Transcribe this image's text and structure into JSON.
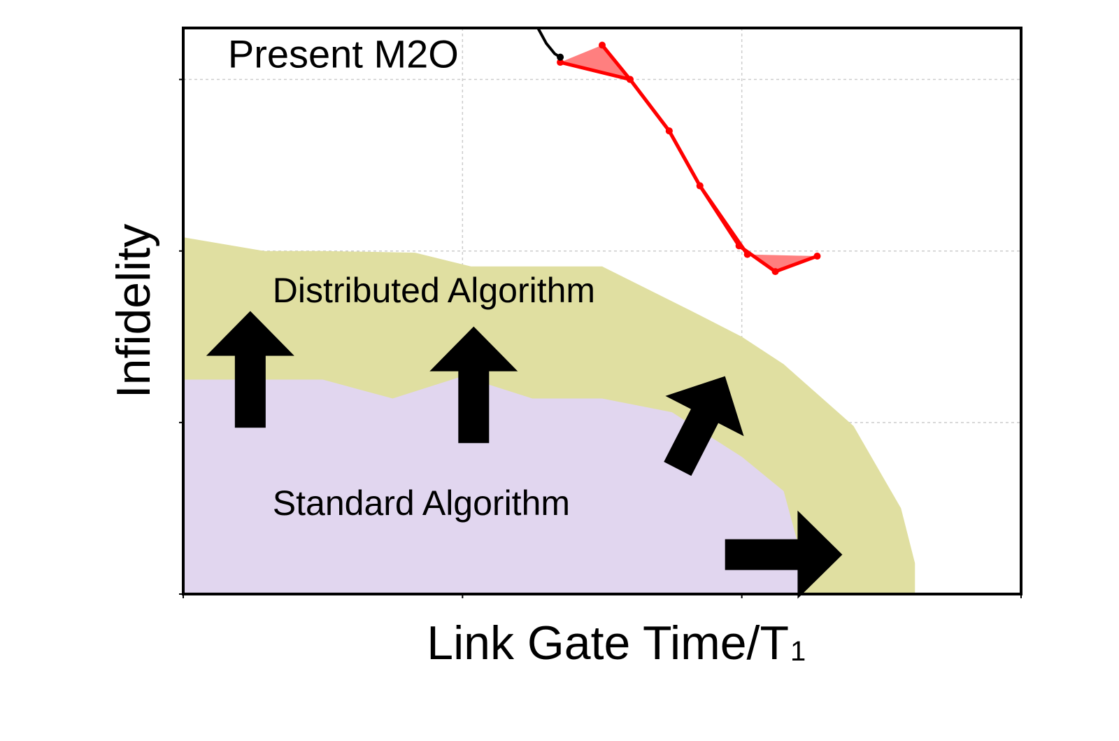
{
  "chart_data": {
    "type": "area",
    "title": "",
    "xlabel": "Link Gate Time/T",
    "xlabel_subscript": "1",
    "ylabel": "Infidelity",
    "xlim": [
      0,
      3
    ],
    "ylim": [
      0,
      3.3
    ],
    "grid": true,
    "xticks": [
      0,
      1,
      2,
      3
    ],
    "yticks": [
      0,
      1,
      2,
      3
    ],
    "colors": {
      "distributed_fill": "#e0dfa1",
      "standard_fill": "#e1d6ef",
      "m2o_line": "#ff0000",
      "m2o_fill": "#ff7f7f",
      "black_curve": "#000000",
      "grid": "#cccccc",
      "arrow": "#000000"
    },
    "regions": [
      {
        "name": "Distributed Algorithm",
        "label_at": [
          0.32,
          1.7
        ],
        "boundary": [
          [
            0,
            2.08
          ],
          [
            0.29,
            2.0
          ],
          [
            0.5,
            2.0
          ],
          [
            0.83,
            1.99
          ],
          [
            1.03,
            1.91
          ],
          [
            1.5,
            1.91
          ],
          [
            1.82,
            1.65
          ],
          [
            2.0,
            1.5
          ],
          [
            2.15,
            1.34
          ],
          [
            2.4,
            0.98
          ],
          [
            2.57,
            0.5
          ],
          [
            2.62,
            0.18
          ],
          [
            2.62,
            0
          ]
        ]
      },
      {
        "name": "Standard Algorithm",
        "label_at": [
          0.32,
          0.46
        ],
        "boundary": [
          [
            0,
            1.25
          ],
          [
            0.5,
            1.25
          ],
          [
            0.75,
            1.14
          ],
          [
            1.0,
            1.27
          ],
          [
            1.25,
            1.14
          ],
          [
            1.5,
            1.14
          ],
          [
            1.75,
            1.06
          ],
          [
            2.0,
            0.8
          ],
          [
            2.15,
            0.6
          ],
          [
            2.2,
            0.3
          ],
          [
            2.2,
            0
          ]
        ]
      }
    ],
    "series": [
      {
        "name": "Present M2O",
        "label_at": [
          0.16,
          3.07
        ],
        "upper": [
          [
            1.5,
            3.2
          ],
          [
            1.6,
            3.0
          ],
          [
            1.74,
            2.7
          ],
          [
            1.85,
            2.38
          ],
          [
            2.02,
            1.98
          ]
        ],
        "lower": [
          [
            1.35,
            3.1
          ],
          [
            1.6,
            3.0
          ],
          [
            1.74,
            2.7
          ],
          [
            1.85,
            2.38
          ],
          [
            1.99,
            2.03
          ],
          [
            2.12,
            1.88
          ],
          [
            2.27,
            1.97
          ]
        ]
      }
    ],
    "black_curve": [
      [
        1.27,
        3.3
      ],
      [
        1.3,
        3.21
      ],
      [
        1.33,
        3.15
      ],
      [
        1.35,
        3.13
      ]
    ],
    "arrows": [
      {
        "from": [
          0.24,
          0.97
        ],
        "to": [
          0.24,
          1.65
        ],
        "direction": "up"
      },
      {
        "from": [
          1.04,
          0.88
        ],
        "to": [
          1.04,
          1.56
        ],
        "direction": "up"
      },
      {
        "from": [
          1.77,
          0.73
        ],
        "to": [
          1.94,
          1.27
        ],
        "direction": "up-right"
      },
      {
        "from": [
          1.94,
          0.23
        ],
        "to": [
          2.36,
          0.23
        ],
        "direction": "right"
      }
    ]
  }
}
